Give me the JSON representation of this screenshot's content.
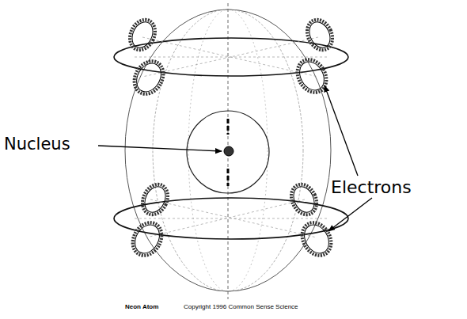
{
  "diagram": {
    "labels": [
      "Nucleus",
      "Electrons",
      "Neon Atom",
      "Copyright 1996 Common Sense Science"
    ]
  }
}
